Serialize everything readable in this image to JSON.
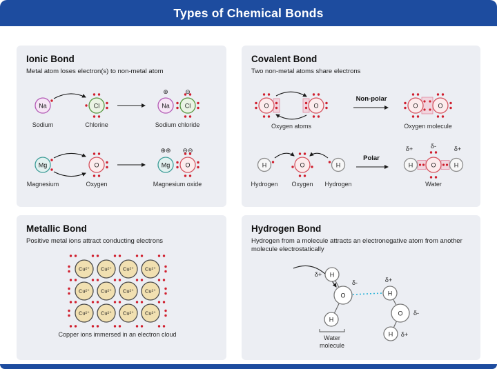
{
  "header": {
    "title": "Types of Chemical Bonds"
  },
  "colors": {
    "header-bg": "#1d4c9f",
    "panel-bg": "#eceef3",
    "electron": "#d01f2e",
    "na-stroke": "#b35ab5",
    "na-fill": "#f6e6f6",
    "cl-stroke": "#55953f",
    "cl-fill": "#eaf3e4",
    "mg-stroke": "#3e9d98",
    "mg-fill": "#e2f1f0",
    "o-stroke": "#d4525e",
    "o-fill": "#fceced",
    "h-stroke": "#8b8b8b",
    "h-fill": "#f7f7f7",
    "cu-stroke": "#4a4a4a",
    "cu-fill": "#f1e0b1",
    "hbond": "#2fb4d8",
    "sharebox-fill": "#f5bcc9",
    "sharebox-stroke": "#e2879e"
  },
  "ionic": {
    "title": "Ionic Bond",
    "subtitle": "Metal atom loses electron(s) to non-metal atom",
    "row1": {
      "metal": "Na",
      "metal_name": "Sodium",
      "nonmetal": "Cl",
      "nonmetal_name": "Chlorine",
      "metal_charge": "⊕",
      "nonmetal_charge": "⊖",
      "product": "Sodium chloride"
    },
    "row2": {
      "metal": "Mg",
      "metal_name": "Magnesium",
      "nonmetal": "O",
      "nonmetal_name": "Oxygen",
      "metal_charge": "⊕⊕",
      "nonmetal_charge": "⊖⊖",
      "product": "Magnesium oxide"
    }
  },
  "covalent": {
    "title": "Covalent Bond",
    "subtitle": "Two non-metal atoms share electrons",
    "row1": {
      "atom": "O",
      "reactants_label": "Oxygen atoms",
      "bond_type": "Non-polar",
      "product_label": "Oxygen molecule"
    },
    "row2": {
      "h": "H",
      "o": "O",
      "h1_name": "Hydrogen",
      "o_name": "Oxygen",
      "h2_name": "Hydrogen",
      "bond_type": "Polar",
      "product_label": "Water",
      "delta_plus": "δ+",
      "delta_minus": "δ-"
    }
  },
  "metallic": {
    "title": "Metallic Bond",
    "subtitle": "Positive metal ions attract conducting electrons",
    "ion": "Cu²⁺",
    "caption": "Copper ions immersed in an electron cloud"
  },
  "hydrogen": {
    "title": "Hydrogen Bond",
    "subtitle": "Hydrogen from a molecule attracts an electronegative atom from another molecule electrostatically",
    "h": "H",
    "o": "O",
    "delta_plus": "δ+",
    "delta_minus": "δ-",
    "water_label_1": "Water",
    "water_label_2": "molecule"
  }
}
